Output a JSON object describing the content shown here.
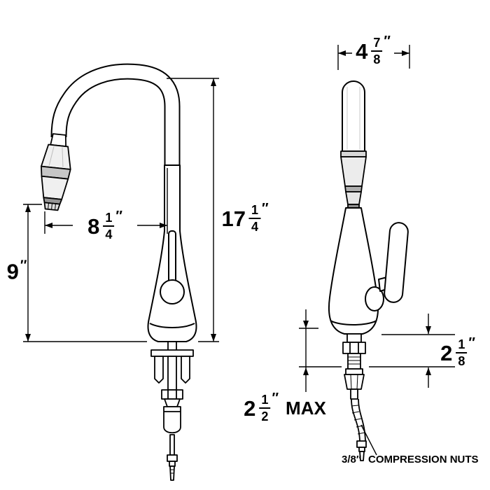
{
  "dims": {
    "reach": {
      "whole": "8",
      "num": "1",
      "den": "4",
      "unit": "″"
    },
    "height9": {
      "whole": "9",
      "unit": "″"
    },
    "overall": {
      "whole": "17",
      "num": "1",
      "den": "4",
      "unit": "″"
    },
    "top_width": {
      "whole": "4",
      "num": "7",
      "den": "8",
      "unit": "″"
    },
    "shank": {
      "whole": "2",
      "num": "1",
      "den": "8",
      "unit": "″"
    },
    "deck_max": {
      "whole": "2",
      "num": "1",
      "den": "2",
      "unit": "″",
      "suffix": "MAX"
    },
    "compression": {
      "size": "3/8″",
      "label": "COMPRESSION NUTS"
    }
  },
  "colors": {
    "line": "#000000",
    "shade_light": "#efefef",
    "shade_mid": "#c6c6c6",
    "shade_dark": "#969696"
  }
}
